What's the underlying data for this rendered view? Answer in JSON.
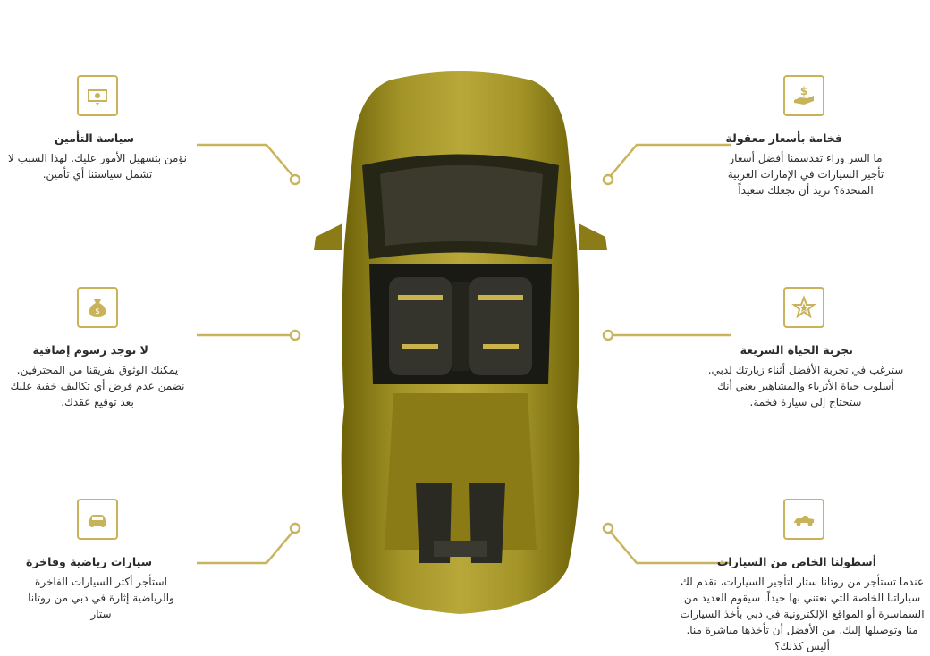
{
  "features": [
    {
      "id": "insurance",
      "title": "سياسة التأمين",
      "description": "نؤمن بتسهيل الأمور عليك. لهذا السبب لا تشمل سياستنا أي تأمين.",
      "icon": "money-note-icon"
    },
    {
      "id": "no-extra-fees",
      "title": "لا توجد رسوم إضافية",
      "description": "يمكنك الوثوق بفريقنا من المحترفين. نضمن عدم فرض أي تكاليف خفية عليك بعد توقيع عقدك.",
      "icon": "money-bag-icon"
    },
    {
      "id": "sports-cars",
      "title": "سيارات رياضية وفاخرة",
      "description": "استأجر أكثر السيارات الفاخرة والرياضية إثارة في دبي من روتانا ستار",
      "icon": "car-icon"
    },
    {
      "id": "affordable-luxury",
      "title": "فخامة بأسعار معقولة",
      "description": "ما السر وراء تقدسمنا أفضل أسعار تأجير السيارات في الإمارات العربية المتحدة؟ نريد أن نجعلك سعيداً",
      "icon": "dollar-hand-icon"
    },
    {
      "id": "fast-life",
      "title": "تجربة الحياة السريعة",
      "description": "سترغب في تجربة الأفضل أثناء زيارتك لدبي. أسلوب حياة الأثرياء والمشاهير يعني أنك ستحتاج إلى سيارة فخمة.",
      "icon": "star-icon"
    },
    {
      "id": "fleet",
      "title": "أسطولنا الخاص من السيارات",
      "description": "عندما تستأجر من روتانا ستار لتأجير السيارات، نقدم لك سياراتنا الخاصة التي نعتني بها جيداً. سيقوم العديد من السماسرة أو المواقع الإلكترونية في دبي بأخذ السيارات منا وتوصيلها إليك. من الأفضل أن تأخذها مباشرة منا. أليس كذلك؟",
      "icon": "race-car-icon"
    }
  ],
  "colors": {
    "accent": "#c8b25a",
    "car": "#9a8a1e"
  }
}
